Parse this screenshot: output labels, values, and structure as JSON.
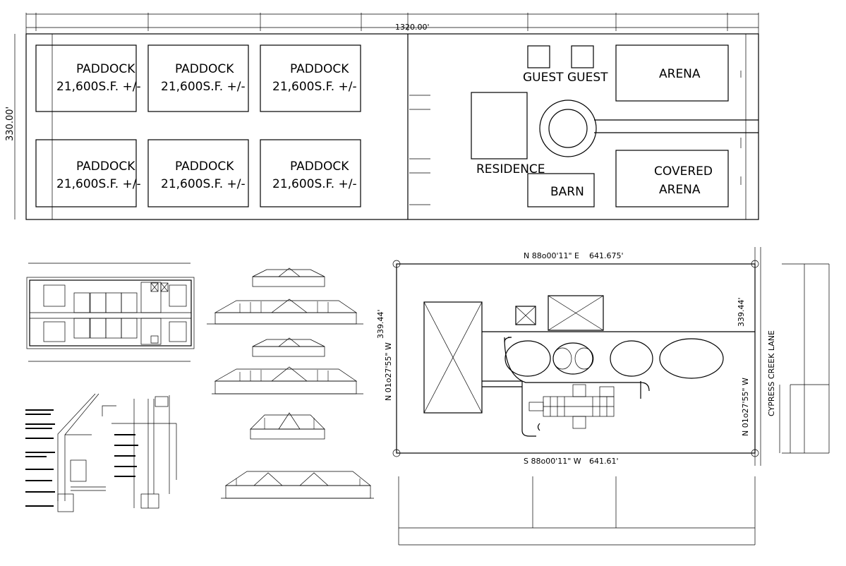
{
  "site_plan": {
    "overall_width": "1320.00'",
    "overall_depth": "330.00'",
    "paddocks": [
      {
        "name": "PADDOCK",
        "area": "21,600S.F. +/-"
      },
      {
        "name": "PADDOCK",
        "area": "21,600S.F. +/-"
      },
      {
        "name": "PADDOCK",
        "area": "21,600S.F. +/-"
      },
      {
        "name": "PADDOCK",
        "area": "21,600S.F. +/-"
      },
      {
        "name": "PADDOCK",
        "area": "21,600S.F. +/-"
      },
      {
        "name": "PADDOCK",
        "area": "21,600S.F. +/-"
      }
    ],
    "buildings": {
      "guest_1": "GUEST",
      "guest_2": "GUEST",
      "arena": "ARENA",
      "residence": "RESIDENCE",
      "barn": "BARN",
      "covered_arena_line1": "COVERED",
      "covered_arena_line2": "ARENA"
    }
  },
  "plot_plan": {
    "north_bearing": "N 88o00'11\" E",
    "north_distance": "641.675'",
    "south_bearing": "S 88o00'11\" W",
    "south_distance": "641.61'",
    "west_bearing": "N 01o27'55\" W",
    "west_distance": "339.44'",
    "east_bearing": "N 01o27'55\" W",
    "east_distance": "339.44'",
    "street": "CYPRESS CREEK LANE"
  }
}
